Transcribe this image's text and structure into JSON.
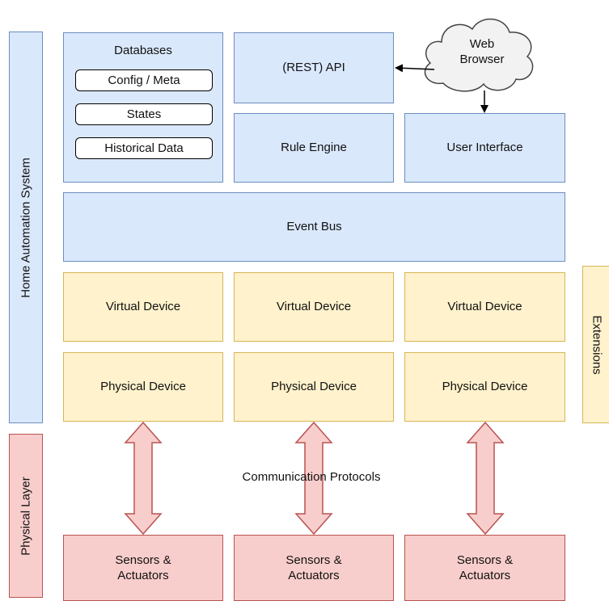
{
  "side_labels": {
    "home_automation_system": "Home Automation System",
    "physical_layer": "Physical Layer",
    "extensions": "Extensions"
  },
  "databases": {
    "title": "Databases",
    "items": [
      "Config / Meta",
      "States",
      "Historical Data"
    ]
  },
  "rest_api": "(REST) API",
  "web_browser": "Web\nBrowser",
  "rule_engine": "Rule Engine",
  "user_interface": "User Interface",
  "event_bus": "Event Bus",
  "virtual_devices": [
    "Virtual Device",
    "Virtual Device",
    "Virtual Device"
  ],
  "physical_devices": [
    "Physical Device",
    "Physical Device",
    "Physical Device"
  ],
  "communication_protocols": "Communication Protocols",
  "sensors_actuators": [
    "Sensors &\nActuators",
    "Sensors &\nActuators",
    "Sensors &\nActuators"
  ],
  "colors": {
    "system_fill": "#dae8fc",
    "system_stroke": "#6c8ebf",
    "extension_fill": "#fff2cc",
    "extension_stroke": "#d6b656",
    "physical_fill": "#f8cecc",
    "physical_stroke": "#b85450",
    "cloud_fill": "#f2f2f2"
  }
}
